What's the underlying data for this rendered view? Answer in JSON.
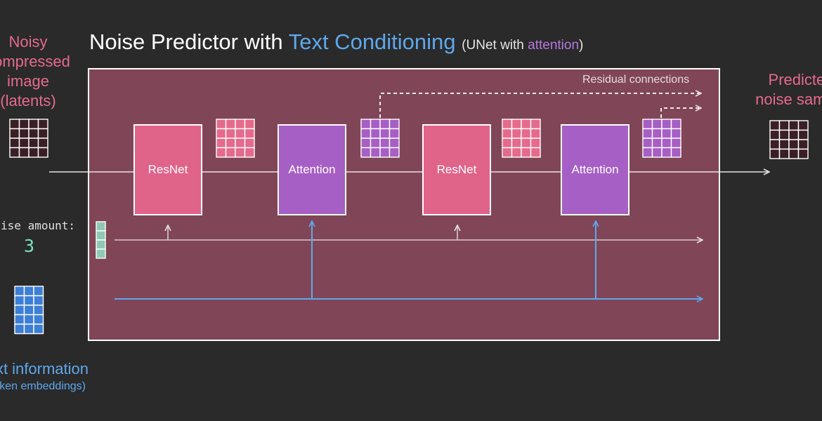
{
  "title": {
    "main": "Noise Predictor with ",
    "highlight": "Text Conditioning",
    "sub_open": "(UNet with ",
    "sub_highlight": "attention",
    "sub_close": ")"
  },
  "input_label": [
    "Noisy",
    "compressed",
    "image",
    "(latents)"
  ],
  "output_label": [
    "Predicted",
    "noise sample"
  ],
  "noise_amount": {
    "label": "Noise amount:",
    "value": "3"
  },
  "text_info": {
    "label": "Text information",
    "sub": "(token embeddings)"
  },
  "residual_label": "Residual connections",
  "blocks": {
    "resnet": "ResNet",
    "attention": "Attention"
  },
  "colors": {
    "background": "#2a2a2a",
    "unet_panel": "#804658",
    "resnet": "#e0638a",
    "attention": "#a65fc4",
    "pink_grid": "#e66a8c",
    "purple_grid": "#a65fc4",
    "latent_grid": "#3a2026",
    "text_grid": "#3d7fd6",
    "noise_vector": "#8fc9b5",
    "text_flow": "#5ea8ec",
    "noise_flow": "#d8c9ce"
  }
}
